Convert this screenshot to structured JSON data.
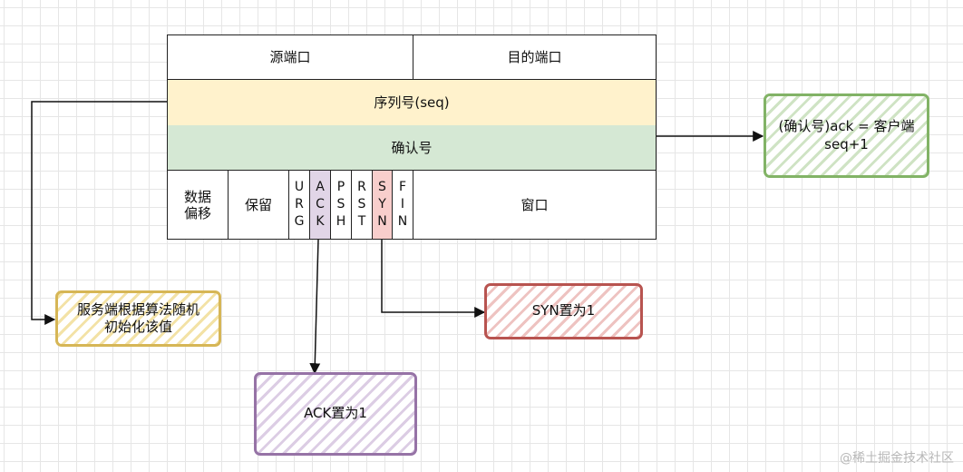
{
  "header": {
    "src_port": "源端口",
    "dst_port": "目的端口",
    "seq": "序列号(seq)",
    "ack_num": "确认号",
    "data_offset_line1": "数据",
    "data_offset_line2": "偏移",
    "reserved": "保留",
    "window": "窗口",
    "flags": {
      "urg": [
        "U",
        "R",
        "G"
      ],
      "ack": [
        "A",
        "C",
        "K"
      ],
      "psh": [
        "P",
        "S",
        "H"
      ],
      "rst": [
        "R",
        "S",
        "T"
      ],
      "syn": [
        "S",
        "Y",
        "N"
      ],
      "fin": [
        "F",
        "I",
        "N"
      ]
    }
  },
  "notes": {
    "ack_value_line1": "(确认号)ack = 客户端",
    "ack_value_line2": "seq+1",
    "seq_random_line1": "服务端根据算法随机",
    "seq_random_line2": "初始化该值",
    "syn_set": "SYN置为1",
    "ack_set": "ACK置为1"
  },
  "colors": {
    "seq_fill": "#fff2cc",
    "ack_num_fill": "#d5e8d4",
    "ack_flag_fill": "#e1d5e7",
    "syn_flag_fill": "#f8cecc"
  },
  "watermark": "@稀土掘金技术社区"
}
